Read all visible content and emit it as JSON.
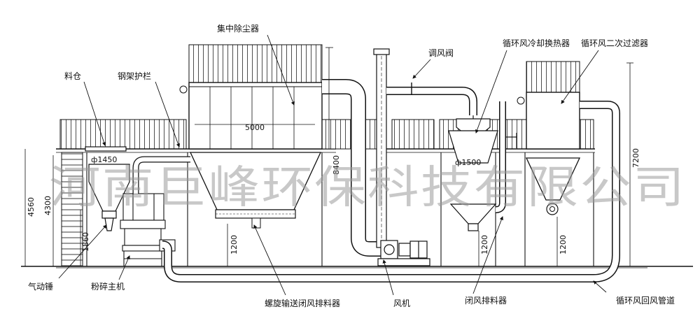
{
  "labels": {
    "silo": "料仓",
    "steel_railing": "钢架护栏",
    "central_dust_collector": "集中除尘器",
    "damper": "调风阀",
    "cooler_exchanger": "循环风冷却换热器",
    "secondary_filter": "循环风二次过滤器",
    "pneumatic_hammer": "气动锤",
    "crusher_main": "粉碎主机",
    "screw_conveyor": "螺旋输送闭风排料器",
    "fan": "风机",
    "airlock_discharger": "闭风排料器",
    "return_duct": "循环风回风管道"
  },
  "dimensions": {
    "collector_width": "5000",
    "silo_diameter": "ф1450",
    "exchanger_diameter": "ф1500",
    "height_4560": "4560",
    "height_4300": "4300",
    "height_1860": "1860",
    "height_8400": "8400",
    "height_7200": "7200",
    "clearance_1": "1200",
    "clearance_2": "1200",
    "clearance_3": "1200"
  },
  "watermark": "河南巨峰环保科技有限公司"
}
